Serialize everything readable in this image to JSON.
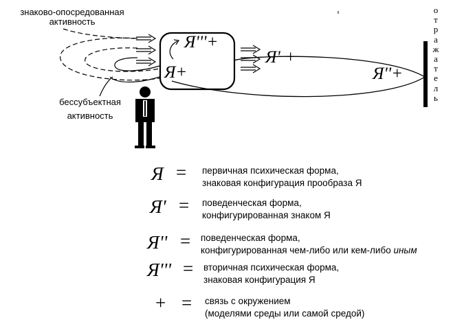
{
  "labels": {
    "mediated_activity": [
      "знаково-опосредованная",
      "активность"
    ],
    "subjectless_activity": [
      "бессубъектная",
      "активность"
    ],
    "reflector_letters": [
      "о",
      "т",
      "р",
      "а",
      "ж",
      "а",
      "т",
      "е",
      "л",
      "ь"
    ]
  },
  "symbols": {
    "box_top": "Я'''+",
    "box_bottom": "Я+",
    "middle": "Я' +",
    "right": "Я''+"
  },
  "legend": [
    {
      "symbol": "Я",
      "eq": "=",
      "lines": [
        "первичная психическая форма,",
        "знаковая конфигурация прообраза Я"
      ]
    },
    {
      "symbol": "Я'",
      "eq": "=",
      "lines": [
        "поведенческая форма,",
        "конфигурированная знаком Я"
      ]
    },
    {
      "symbol": "Я''",
      "eq": "=",
      "lines": [
        "поведенческая форма,",
        "конфигурированная чем-либо или кем-либо"
      ],
      "italic_suffix": "иным"
    },
    {
      "symbol": "Я'''",
      "eq": "=",
      "lines": [
        "вторичная психическая форма,",
        "знаковая конфигурация Я"
      ]
    },
    {
      "symbol": "+",
      "eq": "=",
      "lines": [
        "связь с окружением",
        "(моделями среды или самой средой)"
      ]
    }
  ]
}
